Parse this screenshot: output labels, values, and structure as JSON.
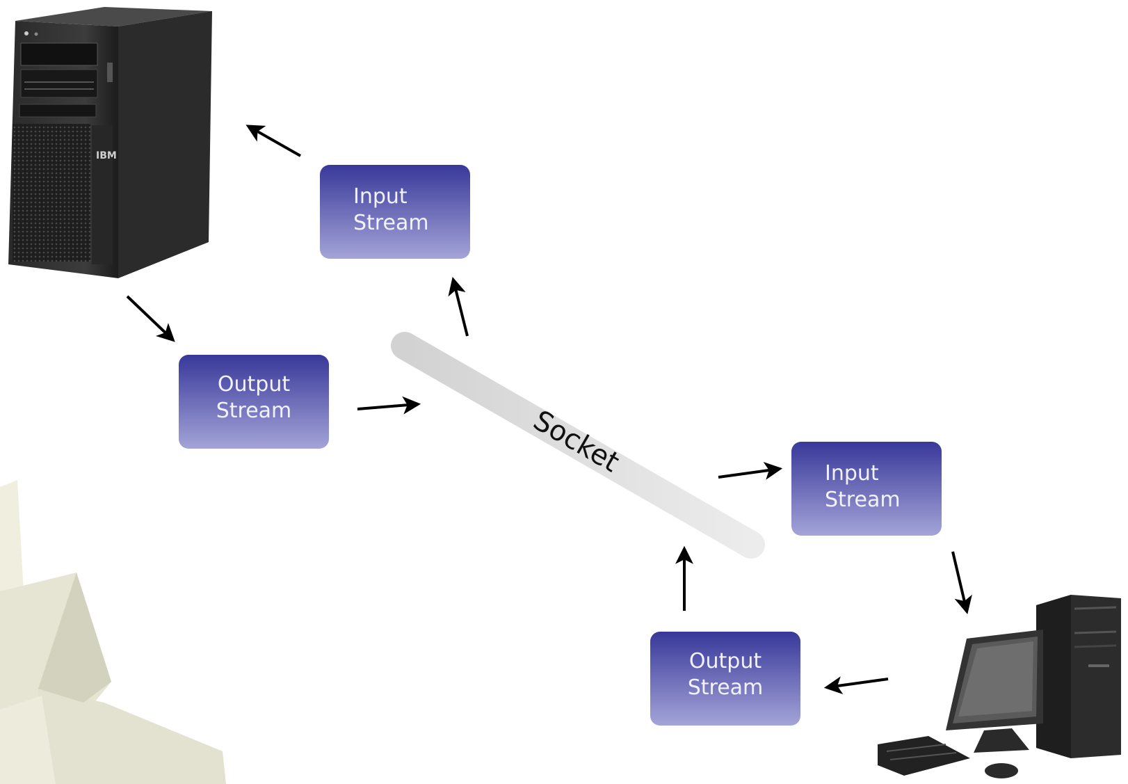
{
  "diagram": {
    "socket_label": "Socket",
    "server": {
      "brand": "IBM",
      "input_stream": [
        "Input",
        "Stream"
      ],
      "output_stream": [
        "Output",
        "Stream"
      ]
    },
    "client": {
      "input_stream": [
        "Input",
        "Stream"
      ],
      "output_stream": [
        "Output",
        "Stream"
      ]
    }
  }
}
